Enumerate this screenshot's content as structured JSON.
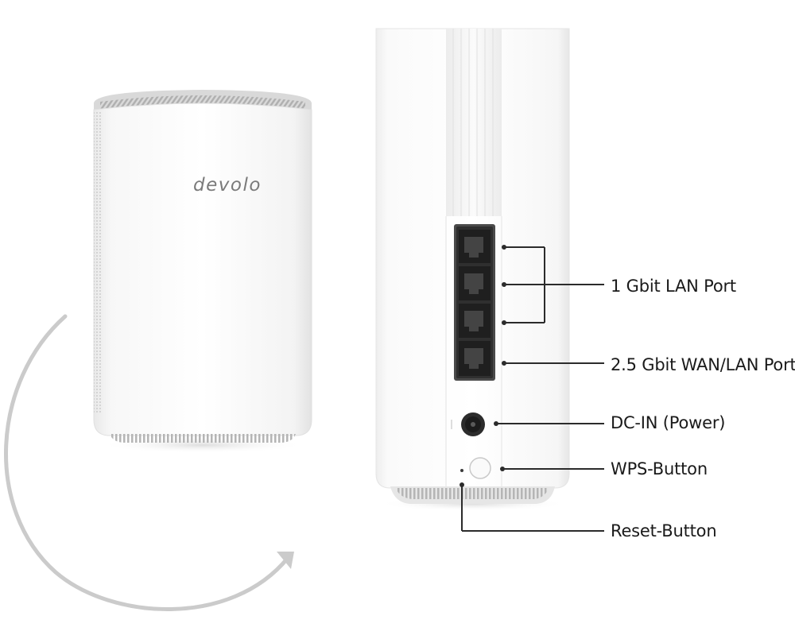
{
  "front_unit": {
    "logo_text": "devolo"
  },
  "callouts": {
    "lan_ports": "1 Gbit LAN Port",
    "wan_lan_port": "2.5 Gbit WAN/LAN Port",
    "dc_in": "DC-IN (Power)",
    "wps_button": "WPS-Button",
    "reset_button": "Reset-Button"
  },
  "colors": {
    "device_body": "#f4f4f4",
    "device_shadow": "#d6d6d6",
    "vent_grey": "#b9b9b9",
    "port_dark": "#3a3a3a",
    "callout_line": "#2b2b2b",
    "rotation_arrow": "#c8c8c8",
    "logo_grey": "#7a7a7a"
  }
}
